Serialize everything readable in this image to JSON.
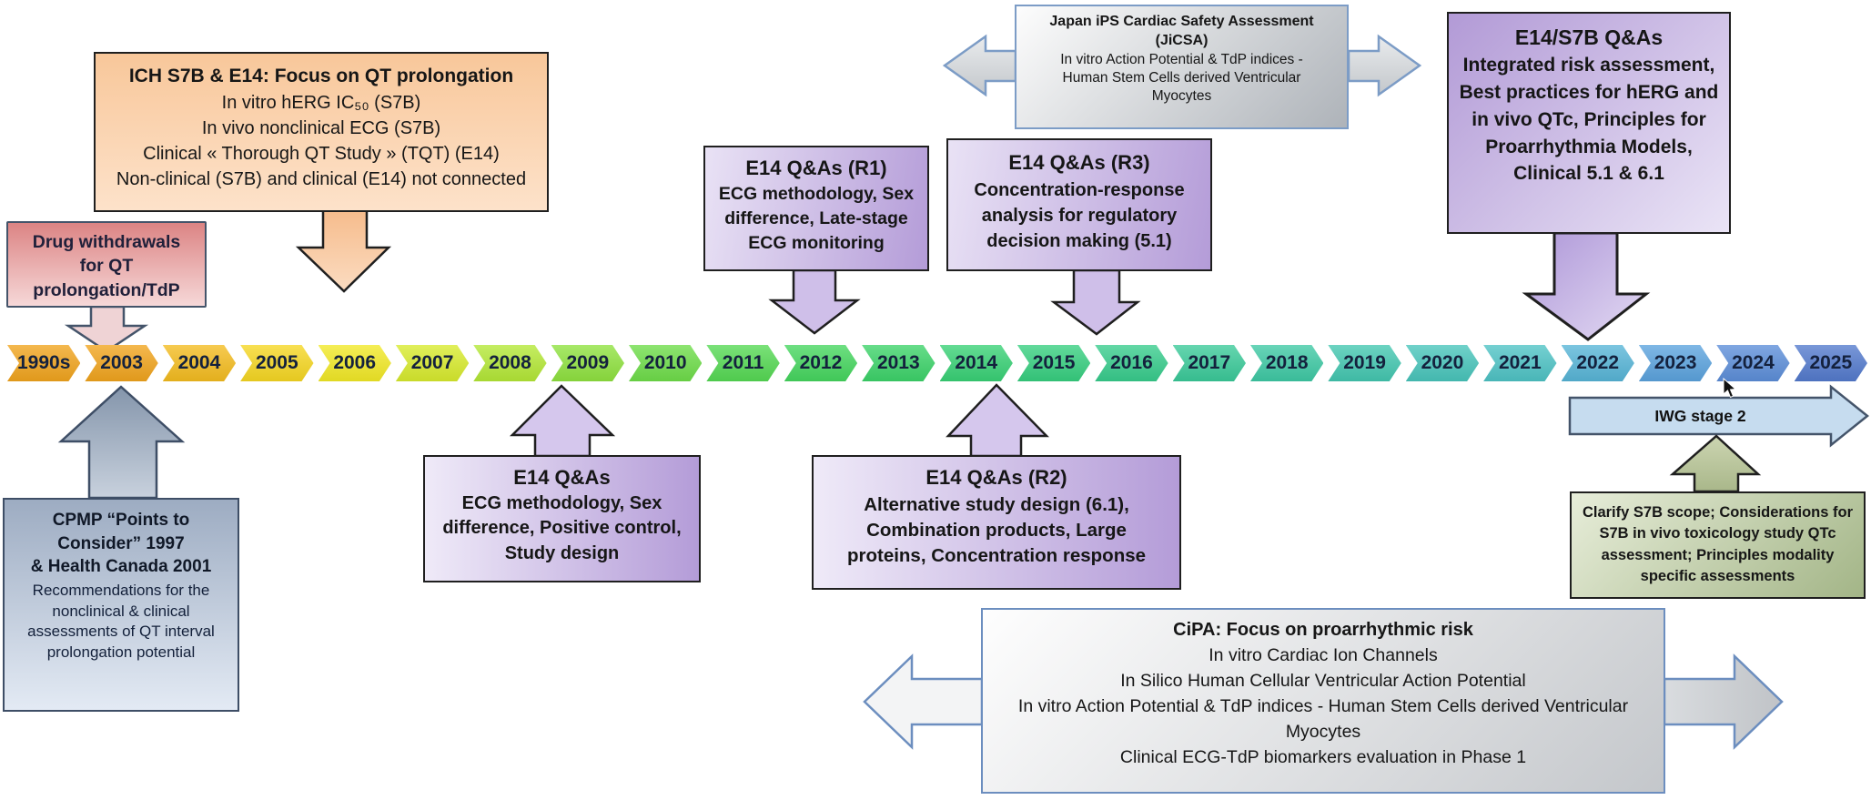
{
  "timeline": {
    "years": [
      {
        "label": "1990s",
        "color": "#f1a41d"
      },
      {
        "label": "2003",
        "color": "#f1a41d"
      },
      {
        "label": "2004",
        "color": "#f4bc1f"
      },
      {
        "label": "2005",
        "color": "#f6d722"
      },
      {
        "label": "2006",
        "color": "#f2e926"
      },
      {
        "label": "2007",
        "color": "#d8eb2d"
      },
      {
        "label": "2008",
        "color": "#b4e836"
      },
      {
        "label": "2009",
        "color": "#8fe23f"
      },
      {
        "label": "2010",
        "color": "#6edd49"
      },
      {
        "label": "2011",
        "color": "#55d953"
      },
      {
        "label": "2012",
        "color": "#45d65e"
      },
      {
        "label": "2013",
        "color": "#3cd369"
      },
      {
        "label": "2014",
        "color": "#38d175"
      },
      {
        "label": "2015",
        "color": "#36cf7f"
      },
      {
        "label": "2016",
        "color": "#37cc8c"
      },
      {
        "label": "2017",
        "color": "#3aca99"
      },
      {
        "label": "2018",
        "color": "#3ec9a4"
      },
      {
        "label": "2019",
        "color": "#43c7b0"
      },
      {
        "label": "2020",
        "color": "#48c5bb"
      },
      {
        "label": "2021",
        "color": "#4ec3c5"
      },
      {
        "label": "2022",
        "color": "#57b5d7"
      },
      {
        "label": "2023",
        "color": "#5ba3de"
      },
      {
        "label": "2024",
        "color": "#5c8ed9"
      },
      {
        "label": "2025",
        "color": "#537acd"
      }
    ]
  },
  "drug_box": {
    "lines": [
      "Drug withdrawals",
      "for QT",
      "prolongation/TdP"
    ]
  },
  "ich_box": {
    "title": "ICH S7B & E14: Focus on QT prolongation",
    "lines": [
      "In vitro hERG IC₅₀ (S7B)",
      "In vivo nonclinical ECG (S7B)",
      "Clinical « Thorough QT Study » (TQT) (E14)",
      "Non-clinical (S7B) and clinical (E14) not connected"
    ]
  },
  "jicsa_box": {
    "title": "Japan iPS Cardiac Safety Assessment (JiCSA)",
    "body": "In vitro Action Potential & TdP indices - Human Stem Cells derived Ventricular Myocytes"
  },
  "e14s7b_box": {
    "title": "E14/S7B Q&As",
    "body": "Integrated risk assessment, Best practices for hERG and in vivo QTc, Principles for Proarrhythmia Models, Clinical 5.1 & 6.1"
  },
  "r1_box": {
    "title": "E14 Q&As (R1)",
    "body": "ECG methodology, Sex difference, Late-stage ECG monitoring"
  },
  "r3_box": {
    "title": "E14 Q&As (R3)",
    "body": "Concentration-response analysis for regulatory decision making (5.1)"
  },
  "cpmp_box": {
    "title_lines": [
      "CPMP “Points to",
      "Consider” 1997",
      "& Health Canada 2001"
    ],
    "body": "Recommendations for the nonclinical & clinical assessments of QT interval prolongation potential"
  },
  "e14qas_box": {
    "title": "E14 Q&As",
    "body": "ECG methodology, Sex difference, Positive control, Study design"
  },
  "r2_box": {
    "title": "E14 Q&As (R2)",
    "body": "Alternative study design (6.1), Combination products, Large proteins, Concentration response"
  },
  "iwg_arrow": {
    "label": "IWG stage 2"
  },
  "clarify_box": {
    "body": "Clarify S7B scope; Considerations for S7B in vivo toxicology study QTc assessment; Principles modality specific assessments"
  },
  "cipa_box": {
    "title": "CiPA: Focus on proarrhythmic risk",
    "lines": [
      "In vitro Cardiac Ion Channels",
      "In Silico Human Cellular Ventricular Action Potential",
      "In vitro Action Potential & TdP indices - Human Stem Cells derived Ventricular Myocytes",
      "Clinical ECG-TdP biomarkers evaluation in Phase 1"
    ]
  },
  "colors": {
    "steel_blue_border": "#7c9cc6",
    "slate_border": "#44546a",
    "black_border": "#1f1f1f"
  }
}
